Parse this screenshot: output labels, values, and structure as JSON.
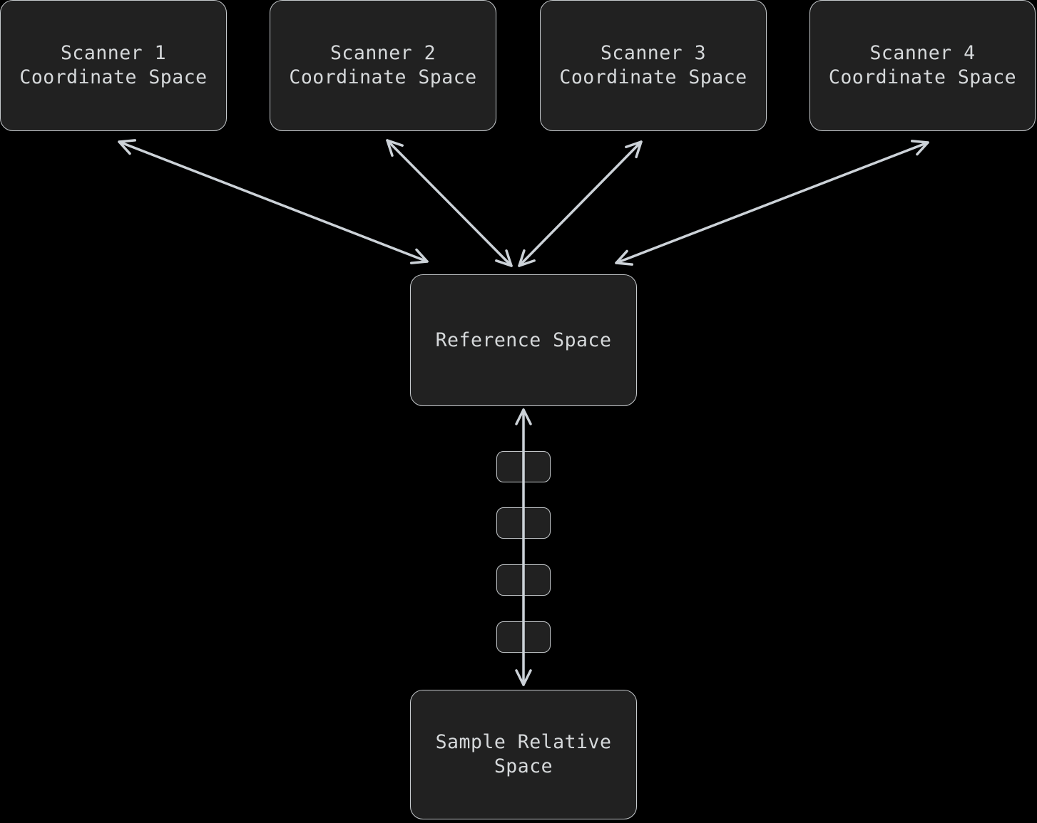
{
  "diagram": {
    "type": "flow-diagram",
    "colors": {
      "background": "#000000",
      "node_fill": "#212121",
      "node_border": "#c6cacd",
      "node_text": "#d6d9db",
      "arrow": "#ccd2d8"
    },
    "nodes": {
      "scanner1": {
        "label": "Scanner 1\nCoordinate Space"
      },
      "scanner2": {
        "label": "Scanner 2\nCoordinate Space"
      },
      "scanner3": {
        "label": "Scanner 3\nCoordinate Space"
      },
      "scanner4": {
        "label": "Scanner 4\nCoordinate Space"
      },
      "reference": {
        "label": "Reference Space"
      },
      "sample": {
        "label": "Sample Relative\nSpace"
      },
      "connectors": {
        "count": 4,
        "label": ""
      }
    },
    "edges": [
      {
        "from": "scanner1",
        "to": "reference",
        "direction": "bidirectional"
      },
      {
        "from": "scanner2",
        "to": "reference",
        "direction": "bidirectional"
      },
      {
        "from": "scanner3",
        "to": "reference",
        "direction": "bidirectional"
      },
      {
        "from": "scanner4",
        "to": "reference",
        "direction": "bidirectional"
      },
      {
        "from": "reference",
        "to": "sample",
        "direction": "bidirectional",
        "via": "4 small unlabeled nodes"
      }
    ]
  }
}
